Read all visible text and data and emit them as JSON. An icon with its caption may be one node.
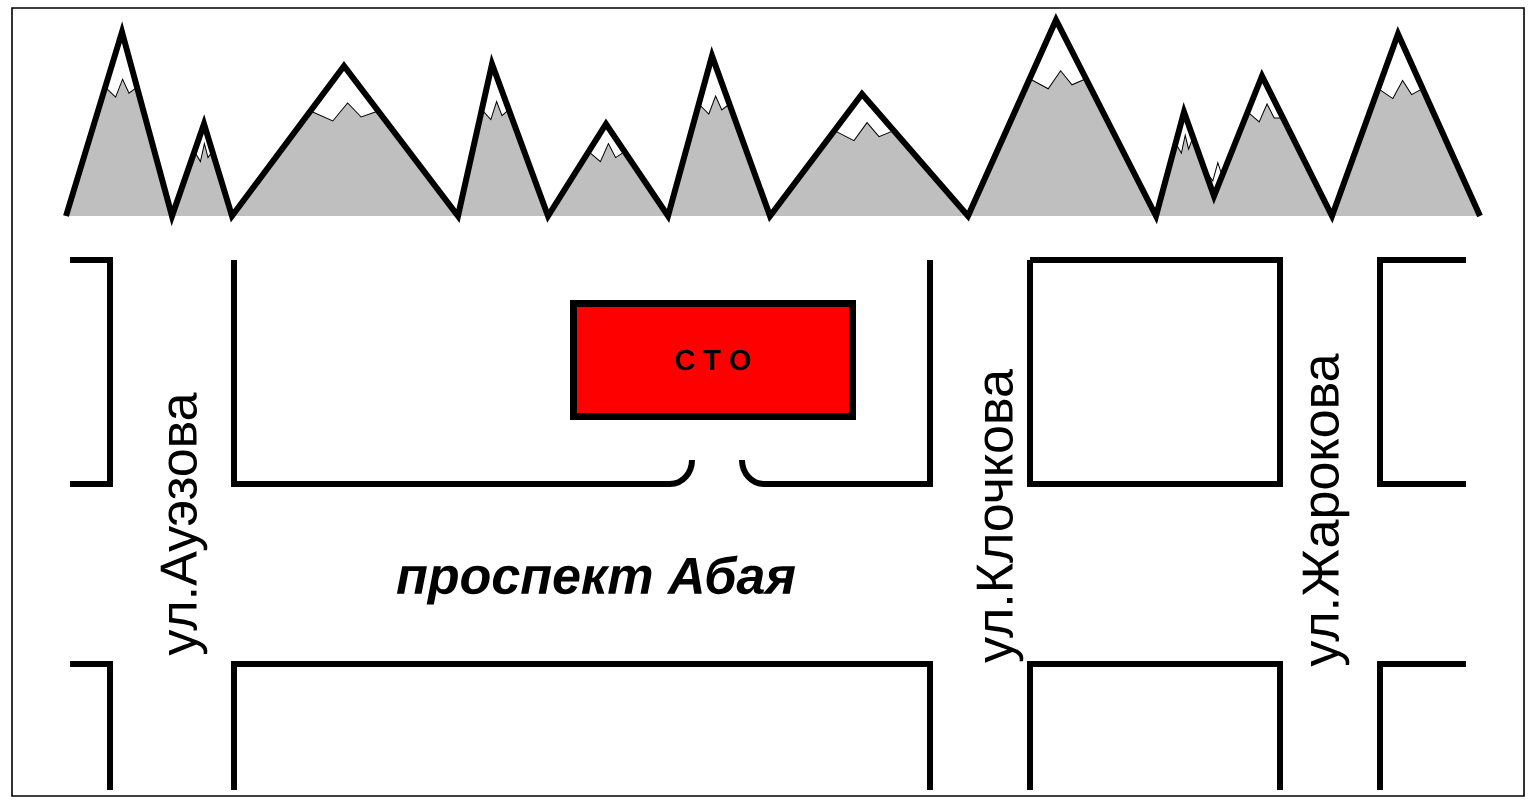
{
  "diagram": {
    "nodes": [
      {
        "text": [
          "С Т О"
        ]
      }
    ],
    "labels": [
      "ул.Ауэзова",
      "проспект Абая",
      "ул.Клочкова",
      "ул.Жарокова"
    ]
  }
}
